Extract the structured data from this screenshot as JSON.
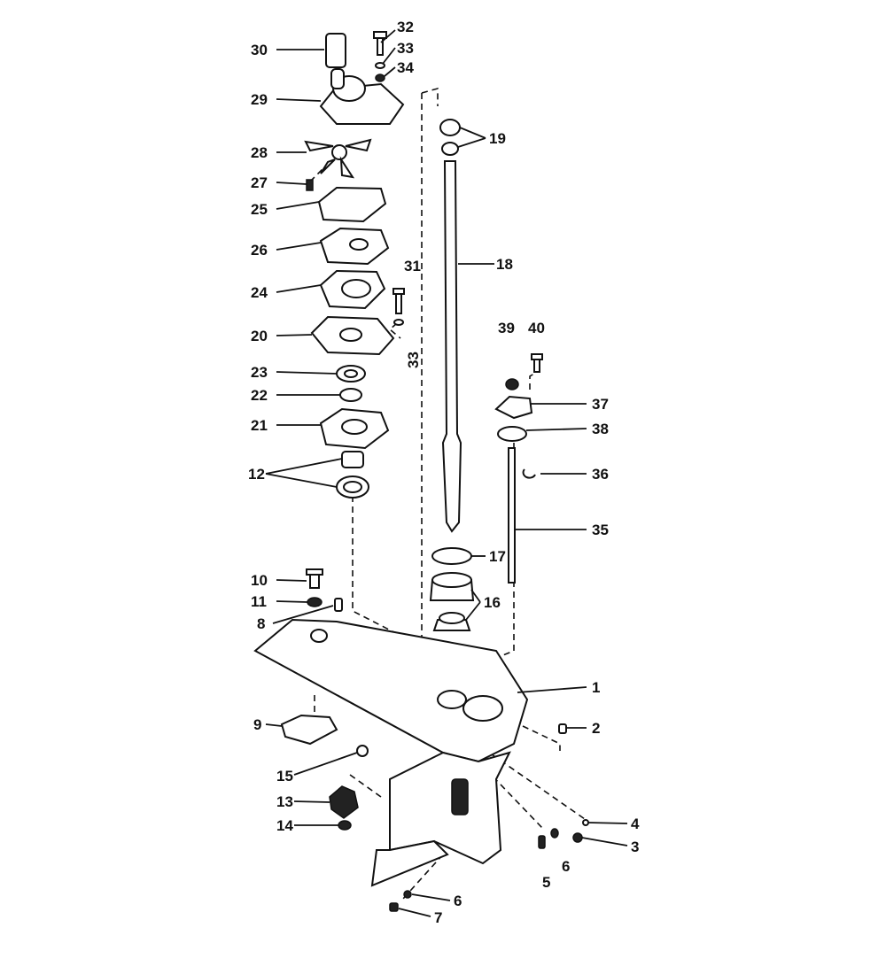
{
  "diagram": {
    "type": "exploded-parts-diagram",
    "ink_color": "#111111",
    "background": "#ffffff",
    "callouts": [
      {
        "id": "1",
        "label": "1"
      },
      {
        "id": "2",
        "label": "2"
      },
      {
        "id": "3",
        "label": "3"
      },
      {
        "id": "4",
        "label": "4"
      },
      {
        "id": "5",
        "label": "5"
      },
      {
        "id": "6a",
        "label": "6"
      },
      {
        "id": "6b",
        "label": "6"
      },
      {
        "id": "7",
        "label": "7"
      },
      {
        "id": "8",
        "label": "8"
      },
      {
        "id": "9",
        "label": "9"
      },
      {
        "id": "10",
        "label": "10"
      },
      {
        "id": "11",
        "label": "11"
      },
      {
        "id": "12",
        "label": "12"
      },
      {
        "id": "13",
        "label": "13"
      },
      {
        "id": "14",
        "label": "14"
      },
      {
        "id": "15",
        "label": "15"
      },
      {
        "id": "16",
        "label": "16"
      },
      {
        "id": "17",
        "label": "17"
      },
      {
        "id": "18",
        "label": "18"
      },
      {
        "id": "19",
        "label": "19"
      },
      {
        "id": "20",
        "label": "20"
      },
      {
        "id": "21",
        "label": "21"
      },
      {
        "id": "22",
        "label": "22"
      },
      {
        "id": "23",
        "label": "23"
      },
      {
        "id": "24",
        "label": "24"
      },
      {
        "id": "25",
        "label": "25"
      },
      {
        "id": "26",
        "label": "26"
      },
      {
        "id": "27",
        "label": "27"
      },
      {
        "id": "28",
        "label": "28"
      },
      {
        "id": "29",
        "label": "29"
      },
      {
        "id": "30",
        "label": "30"
      },
      {
        "id": "31",
        "label": "31"
      },
      {
        "id": "32",
        "label": "32"
      },
      {
        "id": "33a",
        "label": "33"
      },
      {
        "id": "33b",
        "label": "33"
      },
      {
        "id": "34",
        "label": "34"
      },
      {
        "id": "35",
        "label": "35"
      },
      {
        "id": "36",
        "label": "36"
      },
      {
        "id": "37",
        "label": "37"
      },
      {
        "id": "38",
        "label": "38"
      },
      {
        "id": "39",
        "label": "39"
      },
      {
        "id": "40",
        "label": "40"
      }
    ]
  }
}
